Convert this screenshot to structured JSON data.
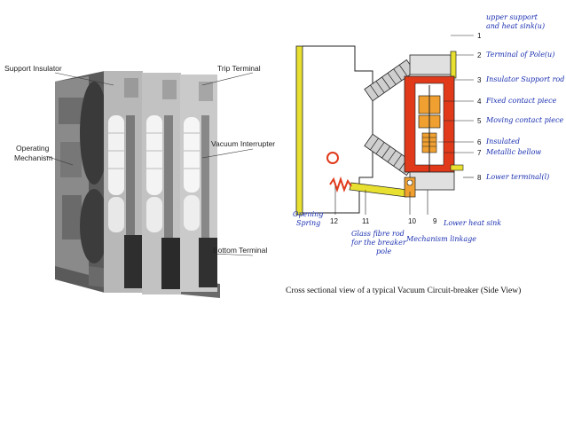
{
  "photo": {
    "labels": {
      "support_insulator": "Support Insulator",
      "trip_terminal": "Trip Terminal",
      "operating_mechanism_1": "Operating",
      "operating_mechanism_2": "Mechanism",
      "vacuum_interrupter": "Vacuum Interrupter",
      "bottom_terminal": "Bottom Terminal"
    }
  },
  "diagram": {
    "caption": "Cross sectional view of a typical Vacuum Circuit-breaker (Side View)",
    "numbers": {
      "n1": "1",
      "n2": "2",
      "n3": "3",
      "n4": "4",
      "n5": "5",
      "n6": "6",
      "n7": "7",
      "n8": "8",
      "n9": "9",
      "n10": "10",
      "n11": "11",
      "n12": "12"
    },
    "handwritten": {
      "upper_support_1": "upper support",
      "upper_support_2": "and heat sink(u)",
      "terminal_of_pole": "Terminal of Pole(u)",
      "insulator_support_rod": "Insulator Support rod",
      "fixed_contact_piece": "Fixed contact piece",
      "moving_contact_piece": "Moving contact piece",
      "insulated_1": "Insulated",
      "insulated_2": "Metallic bellow",
      "lower_terminal": "Lower terminal(l)",
      "opening_spring_1": "Opening",
      "opening_spring_2": "Spring",
      "glass_fibre_1": "Glass fibre rod",
      "glass_fibre_2": "for the breaker",
      "glass_fibre_3": "pole",
      "lower_heat_sink": "Lower heat sink",
      "mechanism_linkage": "Mechanism linkage"
    },
    "colors": {
      "housing": "#e8e030",
      "chamber": "#e03a1a",
      "contacts": "#f0a030",
      "ink": "#1a2fb0"
    }
  }
}
